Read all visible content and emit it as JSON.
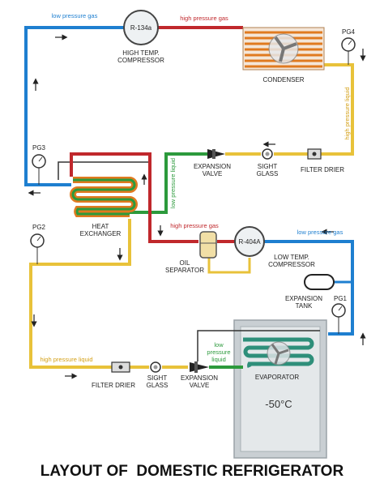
{
  "title": "LAYOUT OF  DOMESTIC REFRIGERATOR",
  "labels": {
    "pipe_low_pressure_gas_top": "low pressure gas",
    "pipe_high_pressure_gas_top": "high pressure gas",
    "pipe_high_pressure_liquid_right": "high pressure liquid",
    "pipe_low_pressure_liquid": "low pressure liquid",
    "pipe_high_pressure_gas_mid": "high pressure gas",
    "pipe_low_pressure_gas_mid": "low pressure gas",
    "pipe_high_pressure_liquid_bottom": "high pressure liquid",
    "pipe_low_pressure_liquid_evap_1": "low",
    "pipe_low_pressure_liquid_evap_2": "pressure",
    "pipe_low_pressure_liquid_evap_3": "liquid",
    "refrigerant_top": "R-134a",
    "refrigerant_bottom": "R-404A",
    "high_temp_compressor_1": "HIGH TEMP.",
    "high_temp_compressor_2": "COMPRESSOR",
    "condenser": "CONDENSER",
    "pg4": "PG4",
    "pg3": "PG3",
    "pg2": "PG2",
    "pg1": "PG1",
    "expansion_valve_top_1": "EXPANSION",
    "expansion_valve_top_2": "VALVE",
    "sight_glass_top_1": "SIGHT",
    "sight_glass_top_2": "GLASS",
    "filter_drier_top": "FILTER DRIER",
    "heat_exchanger_1": "HEAT",
    "heat_exchanger_2": "EXCHANGER",
    "oil_separator_1": "OIL",
    "oil_separator_2": "SEPARATOR",
    "low_temp_compressor_1": "LOW TEMP.",
    "low_temp_compressor_2": "COMPRESSOR",
    "expansion_tank_1": "EXPANSION",
    "expansion_tank_2": "TANK",
    "evaporator": "EVAPORATOR",
    "filter_drier_bottom": "FILTER DRIER",
    "sight_glass_bottom_1": "SIGHT",
    "sight_glass_bottom_2": "GLASS",
    "expansion_valve_bottom_1": "EXPANSION",
    "expansion_valve_bottom_2": "VALVE",
    "temperature": "-50°C"
  },
  "colors": {
    "low_pressure_gas": "#1e7fd0",
    "high_pressure_gas": "#c0282c",
    "high_pressure_liquid": "#e8c23a",
    "low_pressure_liquid": "#2c9a3c",
    "condenser_coil": "#e07a1f",
    "freezer_box": "#d8dde0"
  }
}
